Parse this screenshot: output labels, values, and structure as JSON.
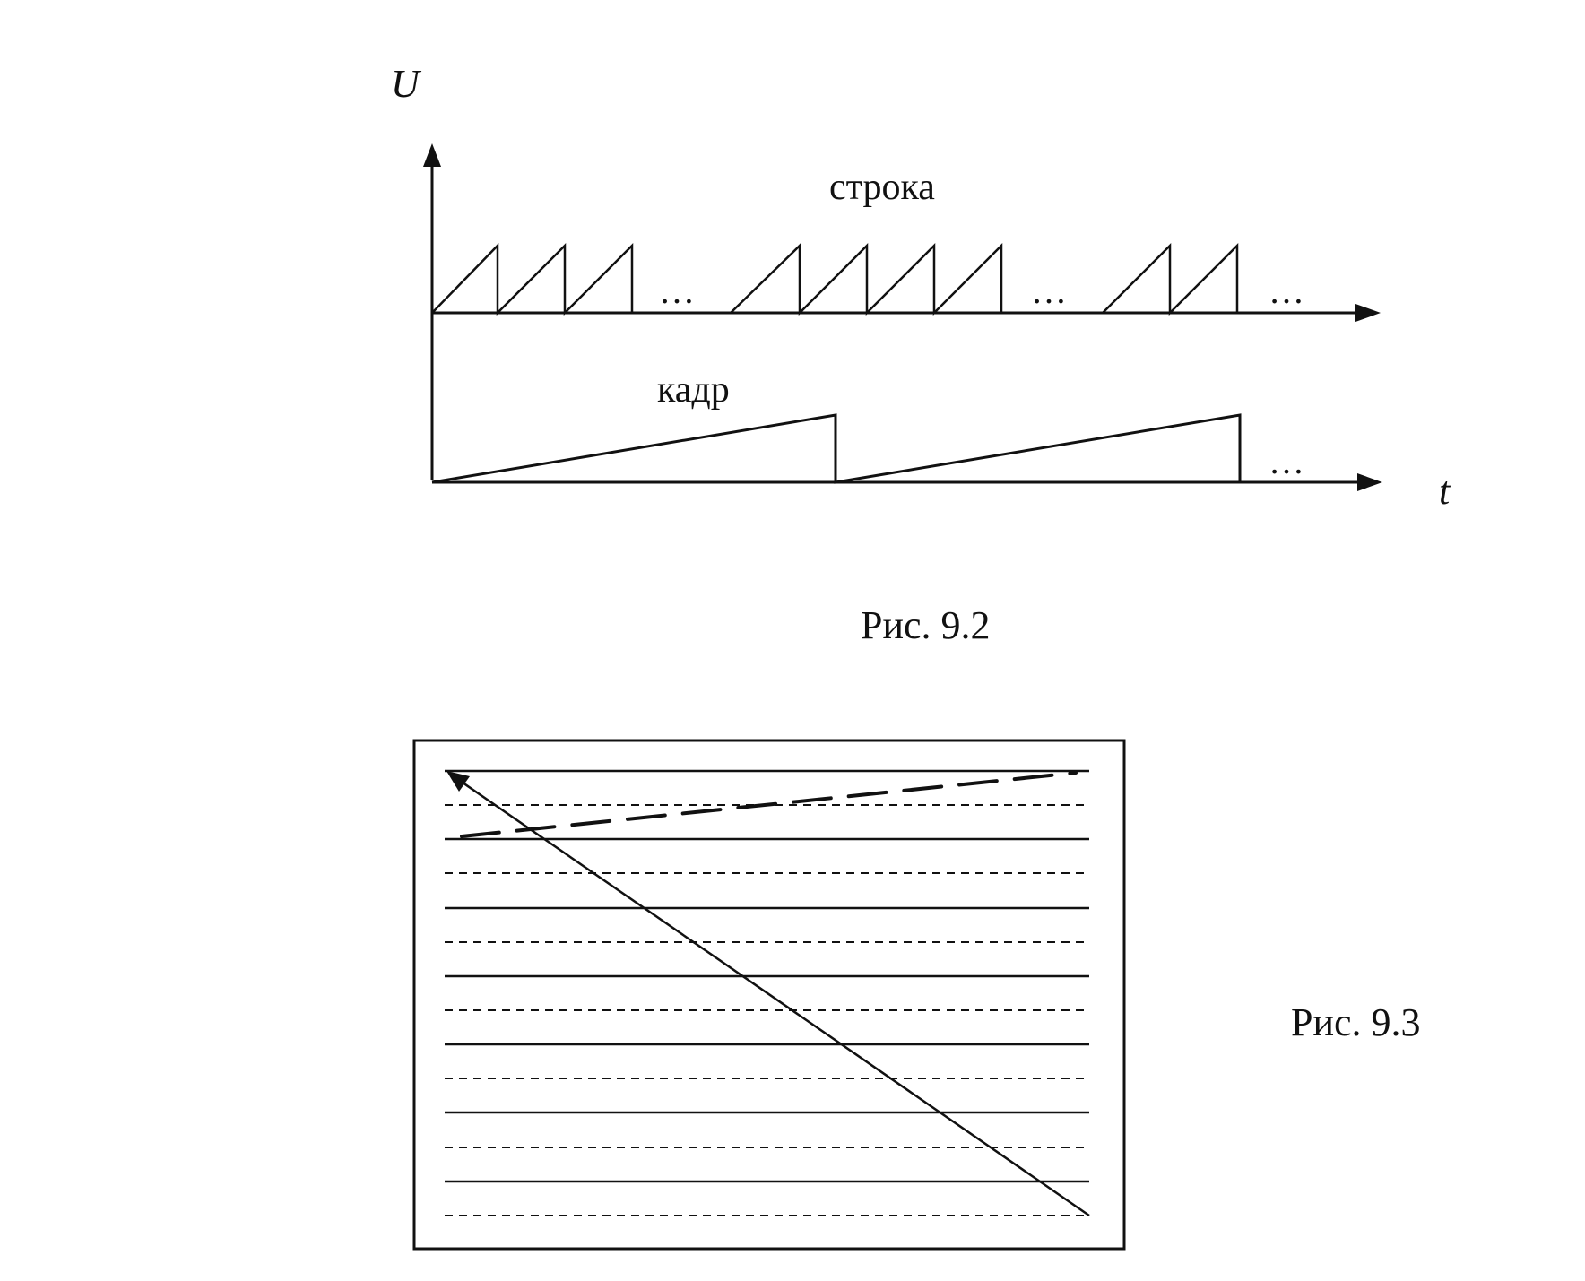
{
  "figure_9_2": {
    "y_axis_label": "U",
    "x_axis_label": "t",
    "line_signal_label": "строка",
    "frame_signal_label": "кадр",
    "ellipsis": "…",
    "caption": "Рис. 9.2"
  },
  "figure_9_3": {
    "caption": "Рис. 9.3"
  },
  "colors": {
    "ink": "#111111",
    "background": "#ffffff"
  }
}
